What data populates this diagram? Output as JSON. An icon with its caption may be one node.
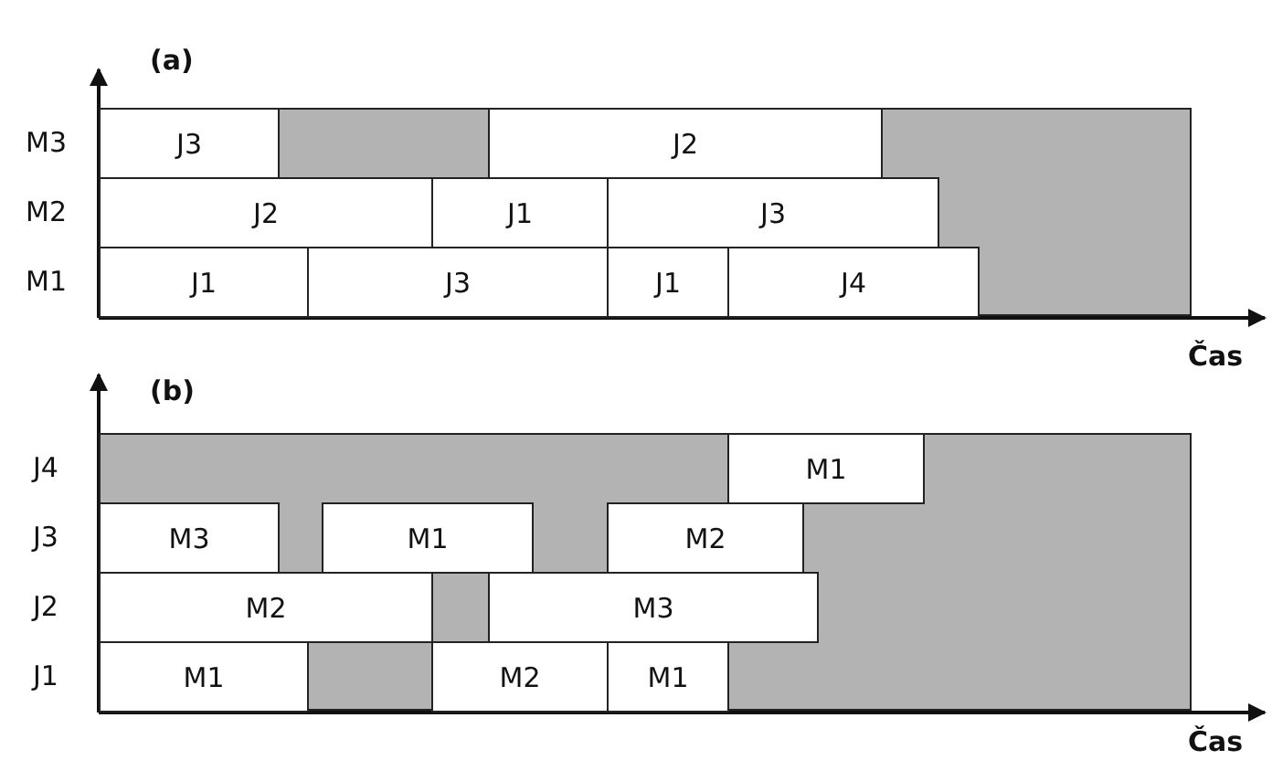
{
  "diagram": {
    "nodes": [
      {
        "text": [
          "J3"
        ]
      },
      {
        "text": [
          "J2"
        ]
      },
      {
        "text": [
          "J2"
        ]
      },
      {
        "text": [
          "J1"
        ]
      },
      {
        "text": [
          "J3"
        ]
      },
      {
        "text": [
          "J1"
        ]
      },
      {
        "text": [
          "J3"
        ]
      },
      {
        "text": [
          "J1"
        ]
      },
      {
        "text": [
          "J4"
        ]
      },
      {
        "text": [
          "M1"
        ]
      },
      {
        "text": [
          "M3"
        ]
      },
      {
        "text": [
          "M1"
        ]
      },
      {
        "text": [
          "M2"
        ]
      },
      {
        "text": [
          "M2"
        ]
      },
      {
        "text": [
          "M3"
        ]
      },
      {
        "text": [
          "M1"
        ]
      },
      {
        "text": [
          "M2"
        ]
      },
      {
        "text": [
          "M1"
        ]
      }
    ],
    "labels": [
      "(a)",
      "M3",
      "M2",
      "M1",
      "Čas",
      "(b)",
      "J4",
      "J3",
      "J2",
      "J1",
      "Čas"
    ]
  }
}
